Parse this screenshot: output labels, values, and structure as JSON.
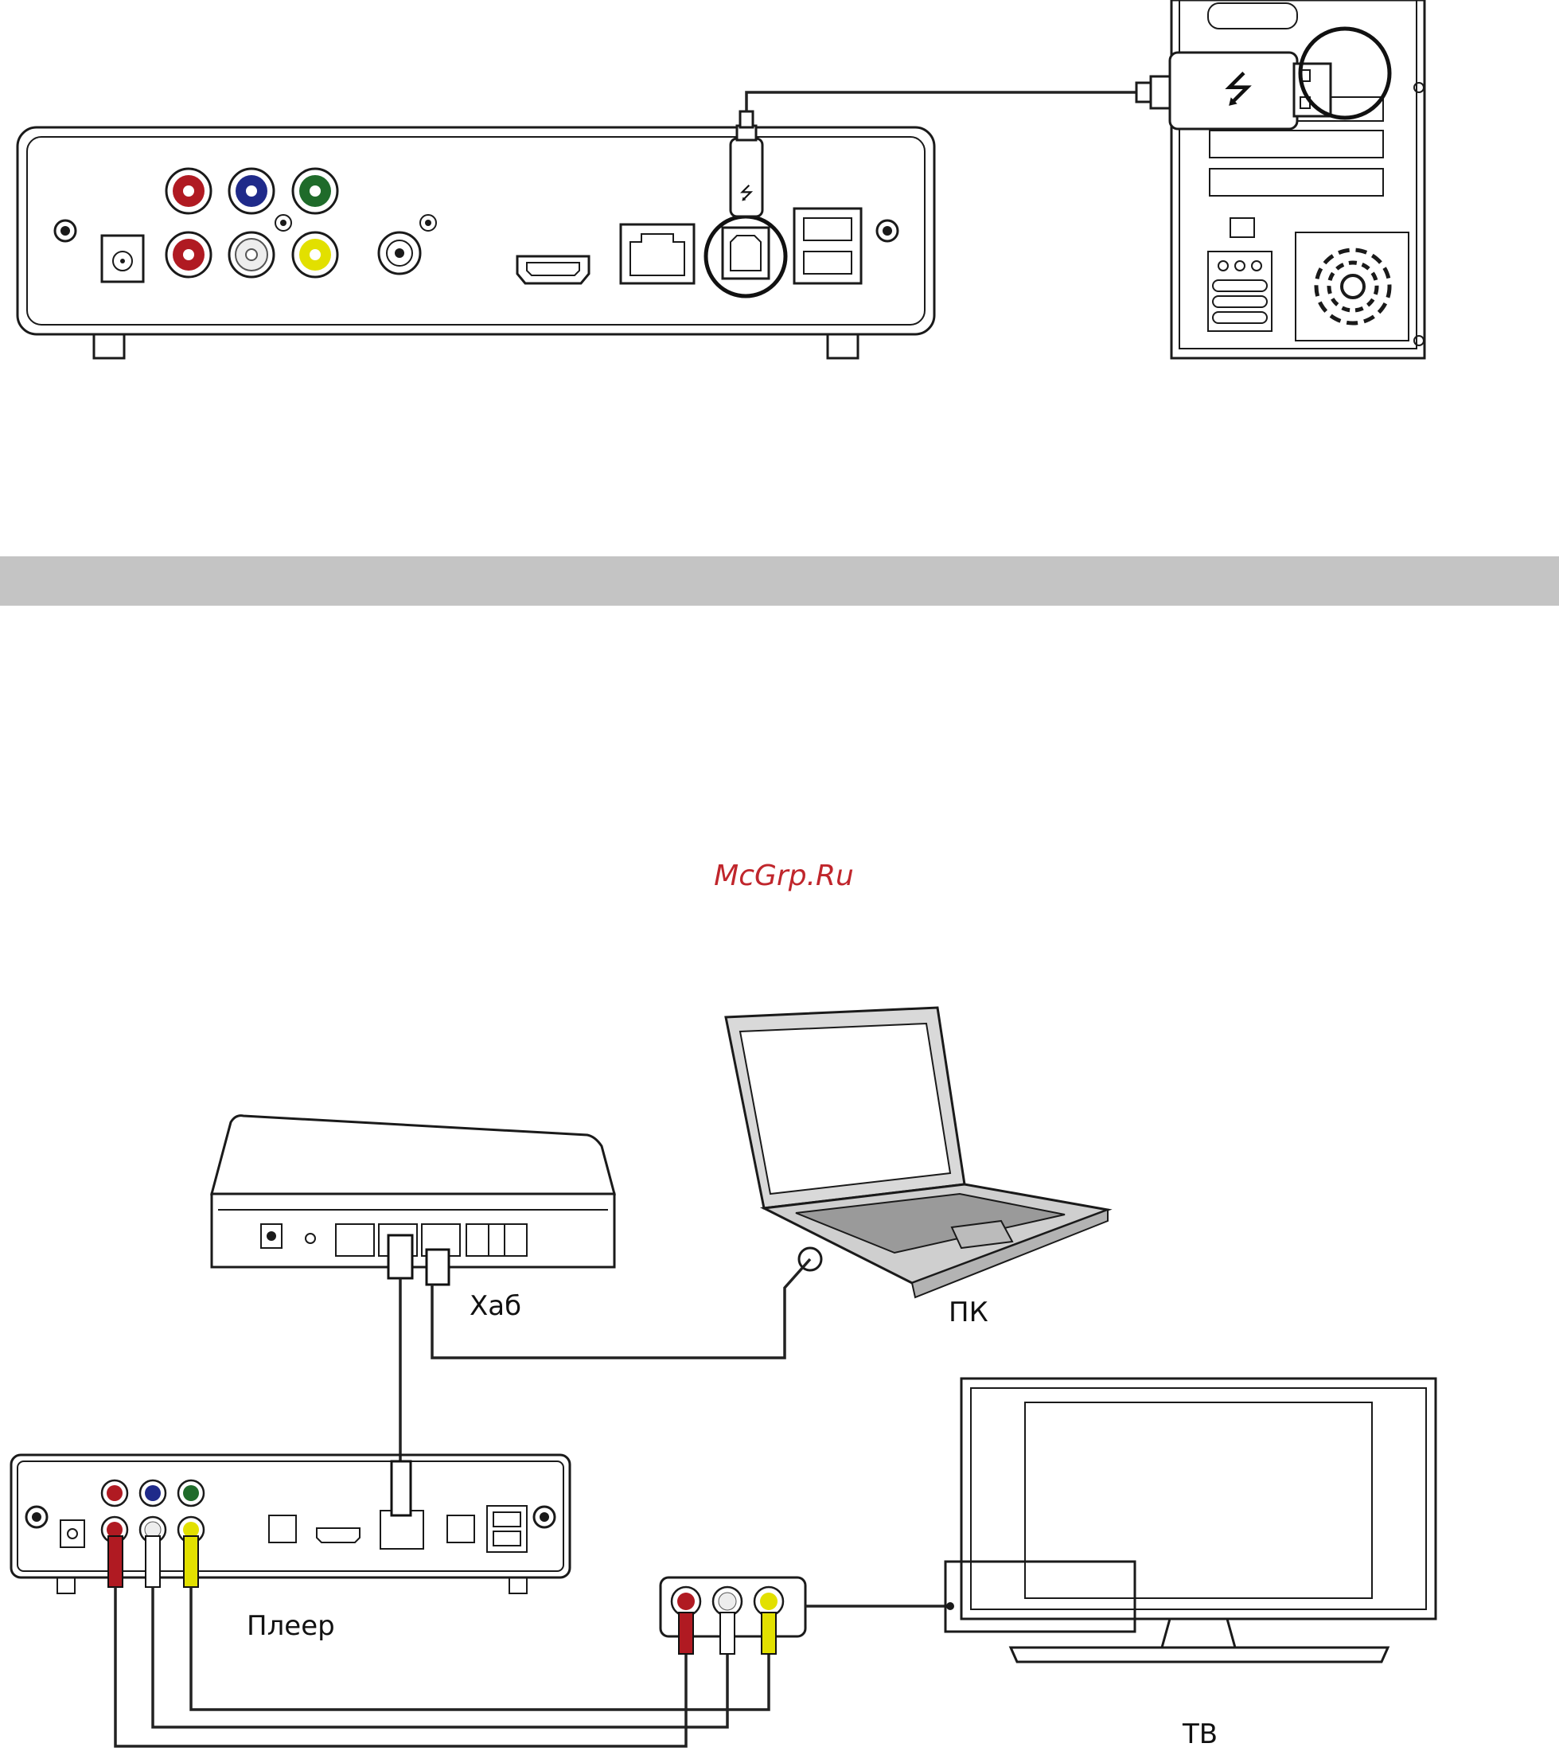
{
  "watermark": {
    "text": "McGrp.Ru",
    "color": "#c0262c"
  },
  "labels": {
    "hub": "Хаб",
    "pc": "ПК",
    "player": "Плеер",
    "tv": "ТВ"
  },
  "colors": {
    "red": "#b01a22",
    "blue": "#1f2a8a",
    "green": "#1f6b2a",
    "white": "#ededed",
    "yellow": "#e2e000",
    "divider": "#c4c4c4"
  },
  "icons": [
    "usb-icon",
    "hdmi-port-icon",
    "ethernet-port-icon",
    "rca-jack-icon",
    "fan-icon",
    "power-port-icon"
  ]
}
